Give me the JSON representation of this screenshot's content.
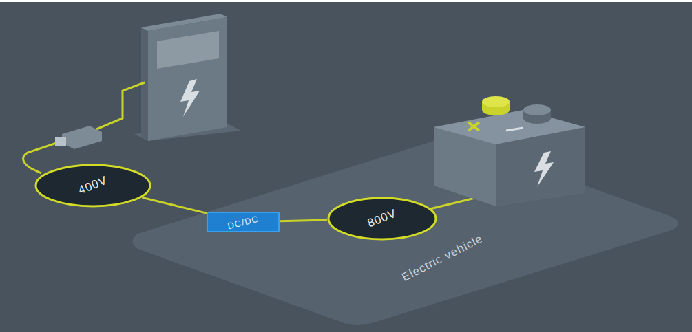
{
  "diagram": {
    "nodes": [
      {
        "text": [
          "400V"
        ]
      },
      {
        "text": [
          "DC/DC"
        ]
      },
      {
        "text": [
          "800V"
        ]
      }
    ],
    "edges": [
      {
        "from": 0,
        "to": 1,
        "arrow": "none"
      },
      {
        "from": 1,
        "to": 2,
        "arrow": "none"
      }
    ],
    "labels": [
      "Electric vehicle"
    ]
  }
}
